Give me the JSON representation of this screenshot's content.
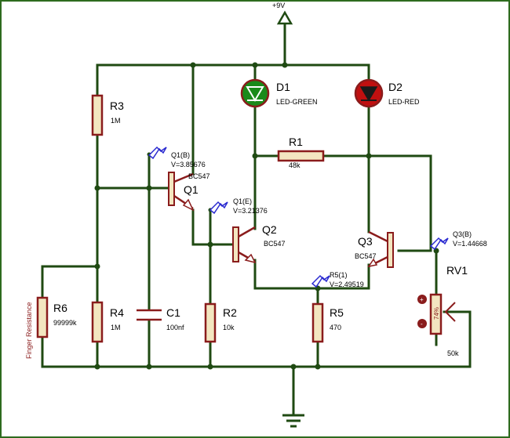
{
  "supply": {
    "label": "+9V"
  },
  "components": {
    "D1": {
      "ref": "D1",
      "value": "LED-GREEN",
      "color": "#1a8a1a"
    },
    "D2": {
      "ref": "D2",
      "value": "LED-RED",
      "color": "#c01010"
    },
    "R1": {
      "ref": "R1",
      "value": "48k"
    },
    "R2": {
      "ref": "R2",
      "value": "10k"
    },
    "R3": {
      "ref": "R3",
      "value": "1M"
    },
    "R4": {
      "ref": "R4",
      "value": "1M"
    },
    "R5": {
      "ref": "R5",
      "value": "470"
    },
    "R6": {
      "ref": "R6",
      "value": "99999k",
      "side_label": "Finger Resistance"
    },
    "C1": {
      "ref": "C1",
      "value": "100nf"
    },
    "Q1": {
      "ref": "Q1",
      "value": "BC547"
    },
    "Q2": {
      "ref": "Q2",
      "value": "BC547"
    },
    "Q3": {
      "ref": "Q3",
      "value": "BC547"
    },
    "RV1": {
      "ref": "RV1",
      "value": "50k",
      "wiper": "74%"
    }
  },
  "probes": {
    "q1b": {
      "name": "Q1(B)",
      "reading": "V=3.85676"
    },
    "q1e": {
      "name": "Q1(E)",
      "reading": "V=3.21376"
    },
    "q3b": {
      "name": "Q3(B)",
      "reading": "V=1.44668"
    },
    "r5": {
      "name": "R5(1)",
      "reading": "V=2.49519"
    }
  }
}
